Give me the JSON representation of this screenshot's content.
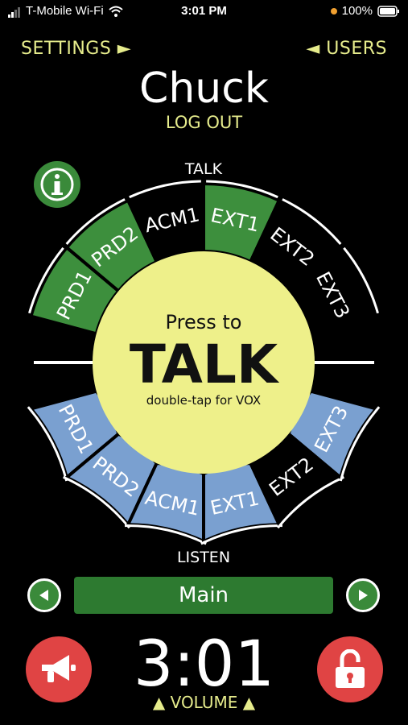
{
  "status": {
    "carrier": "T-Mobile Wi-Fi",
    "time": "3:01 PM",
    "battery": "100%"
  },
  "nav": {
    "settings": "SETTINGS ►",
    "users": "◄ USERS"
  },
  "user": {
    "name": "Chuck",
    "logout": "LOG OUT"
  },
  "ring": {
    "talk_label": "TALK",
    "listen_label": "LISTEN",
    "talk_channels": [
      "PRD1",
      "PRD2",
      "ACM1",
      "EXT1",
      "EXT2",
      "EXT3"
    ],
    "listen_channels": [
      "PRD1",
      "PRD2",
      "ACM1",
      "EXT1",
      "EXT2",
      "EXT3"
    ]
  },
  "talk_button": {
    "line1": "Press to",
    "line2": "TALK",
    "line3": "double-tap for VOX"
  },
  "channel": {
    "name": "Main"
  },
  "clock": "3:01",
  "volume": "▲ VOLUME ▲",
  "colors": {
    "talk_active": "#3d8f3d",
    "listen_active": "#7aa0d0",
    "inactive": "#000000",
    "center": "#eef08a",
    "accent": "#e6ec8c",
    "danger": "#e04444"
  },
  "icons": {
    "info": "info-icon",
    "prev": "left-arrow-icon",
    "next": "right-arrow-icon",
    "megaphone": "megaphone-icon",
    "lock": "unlock-icon"
  }
}
